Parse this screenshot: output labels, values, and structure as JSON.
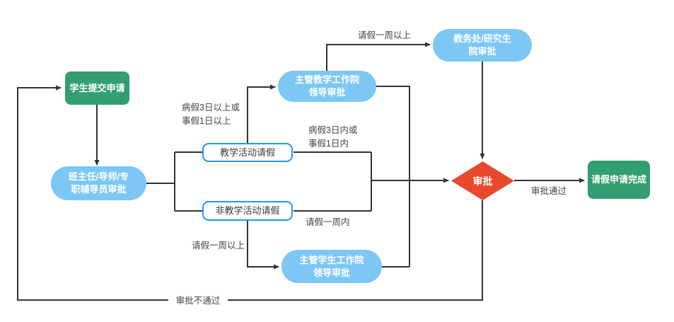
{
  "diagram": {
    "nodes": {
      "student_submit": {
        "label": "学生提交申请"
      },
      "advisor_approval": {
        "label": "班主任/导师/专\n职辅导员审批"
      },
      "teaching_leave": {
        "label": "教学活动请假"
      },
      "non_teaching_leave": {
        "label": "非教学活动请假"
      },
      "teaching_dean_approval": {
        "label": "主管教学工作院\n领导审批"
      },
      "academic_office_approval": {
        "label": "教务处/研究生\n院审批"
      },
      "student_dean_approval": {
        "label": "主管学生工作院\n领导审批"
      },
      "approval_decision": {
        "label": "审批"
      },
      "leave_complete": {
        "label": "请假申请完成"
      }
    },
    "edge_labels": {
      "over_one_week_top": "请假一周以上",
      "teaching_long_cond": "病假3日以上或\n事假1日以上",
      "teaching_short_cond": "病假3日内或\n事假1日内",
      "within_one_week": "请假一周内",
      "over_one_week_bottom": "请假一周以上",
      "approved": "审批通过",
      "rejected": "审批不通过"
    },
    "colors": {
      "green_node": "#329e71",
      "blue_node": "#7cc7f4",
      "outline_blue": "#1e9af0",
      "diamond_red": "#e8492c",
      "line": "#333333",
      "label_text": "#454545"
    }
  }
}
